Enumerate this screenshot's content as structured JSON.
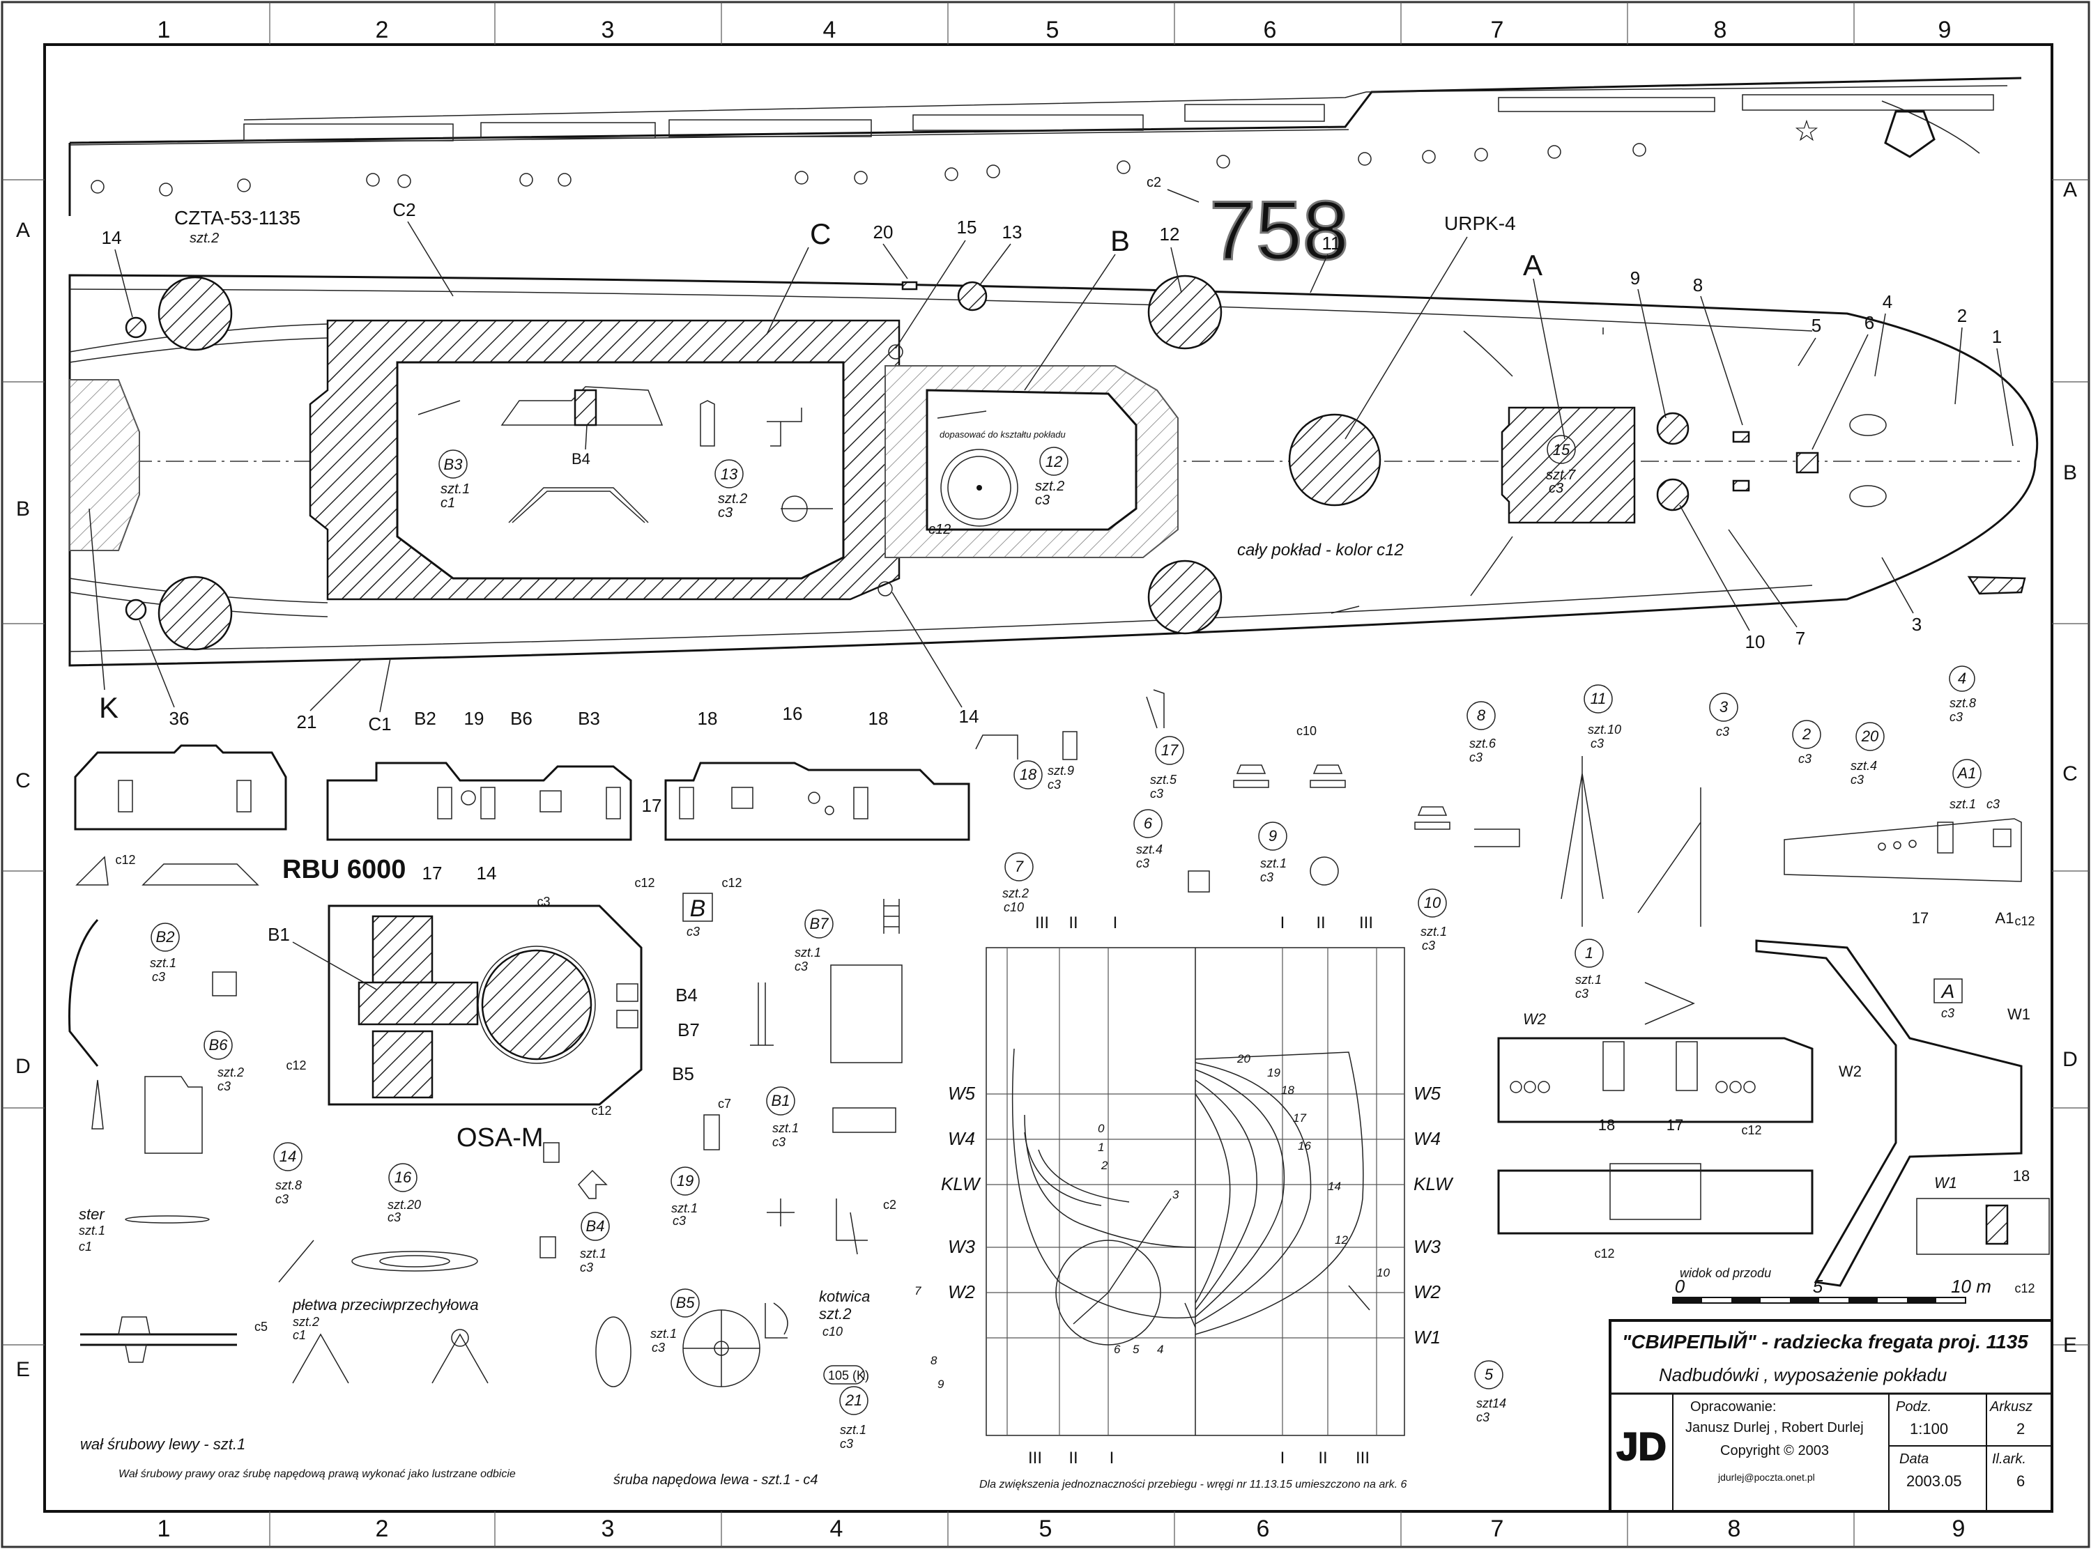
{
  "grid": {
    "columns": [
      "1",
      "2",
      "3",
      "4",
      "5",
      "6",
      "7",
      "8",
      "9"
    ],
    "rows": [
      "A",
      "B",
      "C",
      "D",
      "E"
    ]
  },
  "top_view": {
    "hull_number": "758",
    "hull_number_color": "c2",
    "deck_note": "cały pokład - kolor c12",
    "fit_note": "dopasować do kształtu pokładu",
    "czta_label": "CZTA-53-1135",
    "czta_qty": "szt.2",
    "urpk_label": "URPK-4",
    "zone_labels": [
      "A",
      "B",
      "C",
      "K"
    ],
    "callouts": [
      "1",
      "2",
      "3",
      "4",
      "5",
      "6",
      "7",
      "8",
      "9",
      "10",
      "11",
      "12",
      "13",
      "14",
      "15",
      "20",
      "21",
      "36",
      "C1",
      "C2"
    ],
    "parts": [
      {
        "id": "B3",
        "qty": "szt.1",
        "color": "c1"
      },
      {
        "id": "13",
        "qty": "szt.2",
        "color": "c3"
      },
      {
        "id": "12",
        "qty": "szt.2",
        "color": "c3"
      },
      {
        "id": "15",
        "qty": "szt.7",
        "color": "c3"
      }
    ],
    "b4_label": "B4",
    "c12_label": "c12"
  },
  "superstructure": {
    "rbu_label": "RBU 6000",
    "osa_label": "OSA-M",
    "block_b_label": "B",
    "block_b_color": "c3",
    "labels": [
      "B1",
      "B2",
      "B3",
      "B4",
      "B5",
      "B6",
      "B7",
      "16",
      "17",
      "18",
      "19",
      "14",
      "c3",
      "c12"
    ]
  },
  "parts_list": [
    {
      "id": "B2",
      "qty": "szt.1",
      "color": "c3"
    },
    {
      "id": "B6",
      "qty": "szt.2",
      "color": "c3"
    },
    {
      "id": "14",
      "qty": "szt.8",
      "color": "c3"
    },
    {
      "id": "16",
      "qty": "szt.20",
      "color": "c3"
    },
    {
      "id": "B4",
      "qty": "szt.1",
      "color": "c3"
    },
    {
      "id": "19",
      "qty": "szt.1",
      "color": "c3"
    },
    {
      "id": "B5",
      "qty": "szt.1",
      "color": "c3"
    },
    {
      "id": "B7",
      "qty": "szt.1",
      "color": "c3"
    },
    {
      "id": "B1",
      "qty": "szt.1",
      "color": "c3"
    },
    {
      "id": "21",
      "qty": "szt.1",
      "color": "c3"
    },
    {
      "id": "18",
      "qty": "szt.9",
      "color": "c3"
    },
    {
      "id": "7",
      "qty": "szt.2",
      "color": "c10"
    },
    {
      "id": "17",
      "qty": "szt.5",
      "color": "c3"
    },
    {
      "id": "6",
      "qty": "szt.4",
      "color": "c3"
    },
    {
      "id": "9",
      "qty": "szt.1",
      "color": "c3"
    },
    {
      "id": "10",
      "qty": "szt.1",
      "color": "c3"
    },
    {
      "id": "11",
      "qty": "szt.10",
      "color": "c3"
    },
    {
      "id": "3",
      "qty": "",
      "color": "c3"
    },
    {
      "id": "2",
      "qty": "",
      "color": "c3"
    },
    {
      "id": "20",
      "qty": "szt.4",
      "color": "c3"
    },
    {
      "id": "4",
      "qty": "szt.8",
      "color": "c3"
    },
    {
      "id": "A1",
      "qty": "szt.1",
      "color": "c3"
    },
    {
      "id": "1",
      "qty": "szt.1",
      "color": "c3"
    },
    {
      "id": "5",
      "qty": "szt14",
      "color": "c3"
    },
    {
      "id": "8",
      "qty": "szt.6",
      "color": "c3"
    }
  ],
  "small_notes": {
    "ster": "ster",
    "ster_qty": "szt.1",
    "ster_color": "c1",
    "fin": "płetwa przeciwprzechyłowa",
    "fin_qty": "szt.2",
    "fin_color": "c1",
    "anchor": "kotwica",
    "anchor_qty": "szt.2",
    "anchor_color": "c10",
    "shaft": "wał śrubowy lewy - szt.1",
    "mirror_note": "Wał śrubowy prawy oraz śrubę napędową prawą wykonać jako lustrzane odbicie",
    "propeller": "śruba napędowa lewa - szt.1 - c4",
    "tag_105": "105 (K)",
    "c2": "c2",
    "c5": "c5",
    "c7": "c7",
    "c10": "c10"
  },
  "body_plan": {
    "waterlines": [
      "W5",
      "W4",
      "KLW",
      "W3",
      "W2",
      "W1"
    ],
    "stations_aft": [
      "0",
      "1",
      "2",
      "3",
      "4",
      "5",
      "6",
      "7",
      "8",
      "9"
    ],
    "stations_fwd": [
      "10",
      "12",
      "14",
      "16",
      "17",
      "18",
      "19",
      "20"
    ],
    "roman": [
      "III",
      "II",
      "I"
    ],
    "note": "Dla zwiększenia jednoznaczności przebiegu - wręgi nr 11.13.15 umieszczono na ark. 6"
  },
  "bridge": {
    "label_a": "A",
    "label_a_color": "c3",
    "w_labels": [
      "W1",
      "W2"
    ],
    "front_view": "widok od przodu",
    "labels": [
      "17",
      "18",
      "A1",
      "c12"
    ]
  },
  "scale_bar": {
    "ticks": [
      "0",
      "5",
      "10 m"
    ]
  },
  "title_block": {
    "title_cyr": "\"СВИРЕПЫЙ\"",
    "title_rest": " - radziecka fregata  proj. 1135",
    "subtitle": "Nadbudówki , wyposażenie pokładu",
    "logo": "JD",
    "prepared_label": "Opracowanie:",
    "authors": "Janusz Durlej , Robert Durlej",
    "copyright": "Copyright © 2003",
    "email": "jdurlej@poczta.onet.pl",
    "scale_label": "Podz.",
    "scale_value": "1:100",
    "sheet_label": "Arkusz",
    "sheet_value": "2",
    "date_label": "Data",
    "date_value": "2003.05",
    "count_label": "Il.ark.",
    "count_value": "6"
  }
}
